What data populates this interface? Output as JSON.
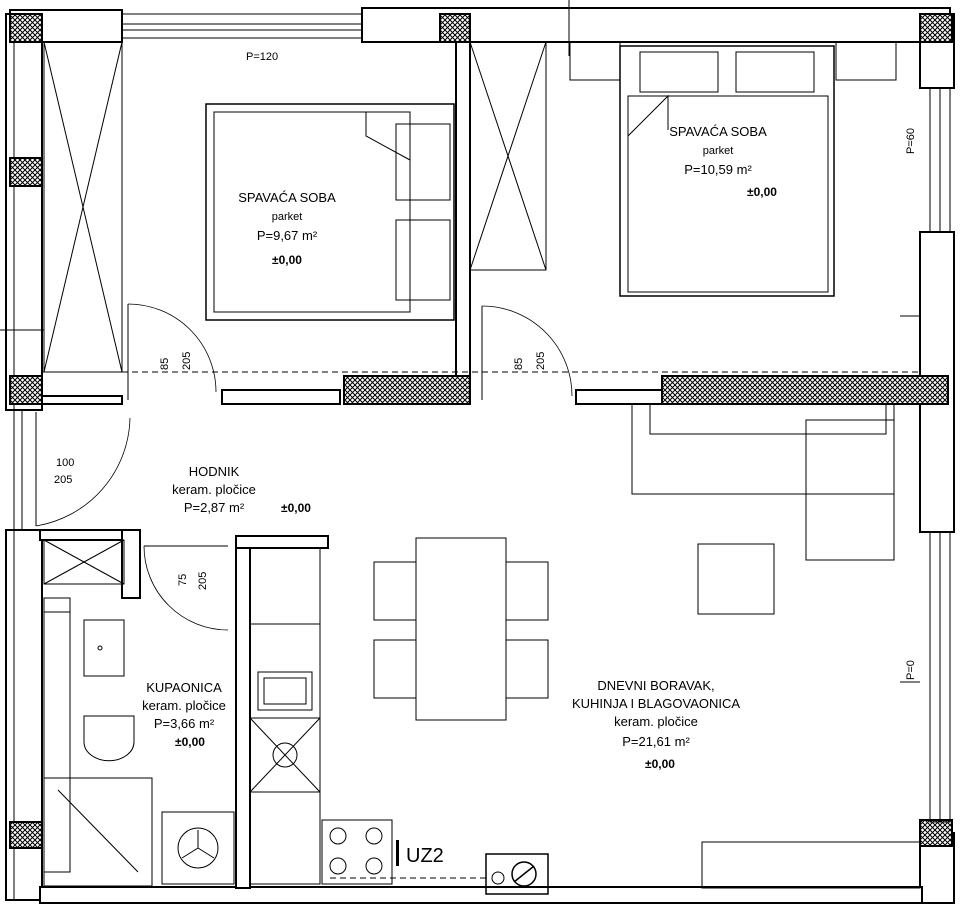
{
  "rooms": {
    "bedroom1": {
      "name": "SPAVAĆA SOBA",
      "floor": "parket",
      "area": "P=9,67 m²",
      "level": "±0,00"
    },
    "bedroom2": {
      "name": "SPAVAĆA SOBA",
      "floor": "parket",
      "area": "P=10,59 m²",
      "level": "±0,00"
    },
    "hall": {
      "name": "HODNIK",
      "floor": "keram. pločice",
      "area": "P=2,87 m²",
      "level": "±0,00"
    },
    "bathroom": {
      "name": "KUPAONICA",
      "floor": "keram. pločice",
      "area": "P=3,66 m²",
      "level": "±0,00"
    },
    "living": {
      "name_line1": "DNEVNI BORAVAK,",
      "name_line2": "KUHINJA I BLAGOVAONICA",
      "floor": "keram. pločice",
      "area": "P=21,61 m²",
      "level": "±0,00"
    }
  },
  "annotations": {
    "top_window": "P=120",
    "right_window_top": "P=60",
    "right_window_bottom": "P=0",
    "door_bed1_w": "85",
    "door_bed1_h": "205",
    "door_bed2_w": "85",
    "door_bed2_h": "205",
    "door_entry_w": "100",
    "door_entry_h": "205",
    "door_bath_w": "75",
    "door_bath_h": "205",
    "uz_label": "UZ2"
  },
  "colors": {
    "line": "#000000",
    "hatch_bg": "#ffffff"
  }
}
